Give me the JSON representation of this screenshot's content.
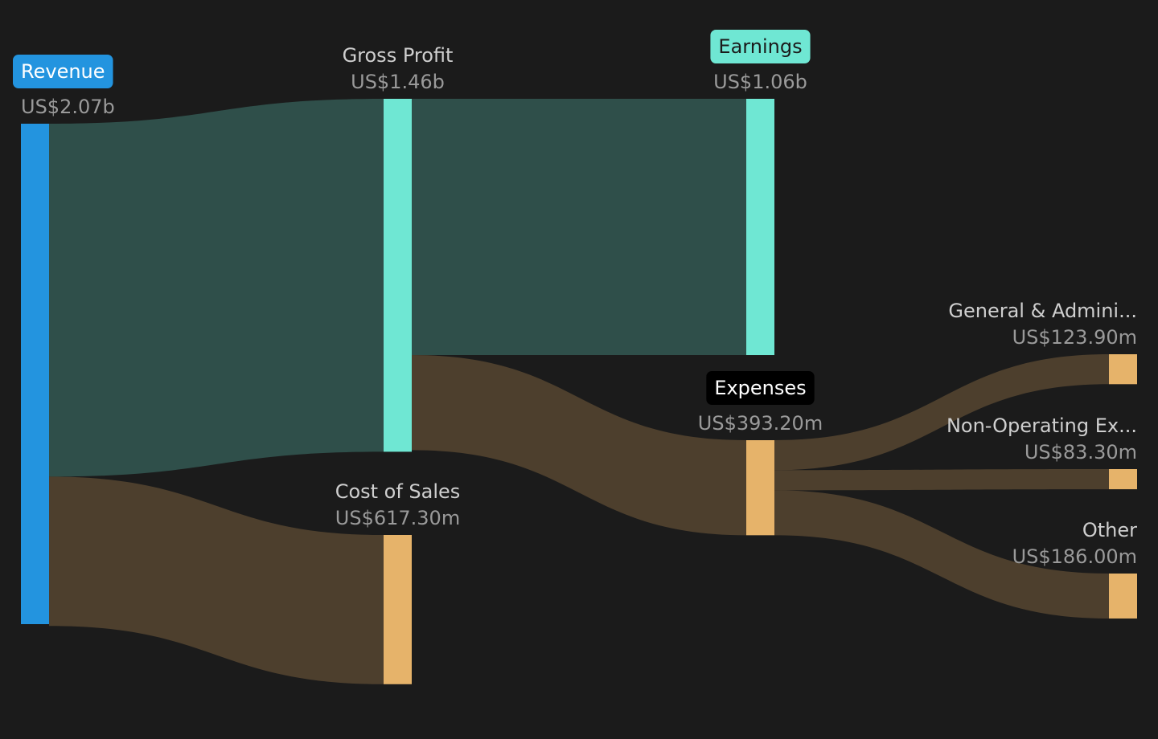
{
  "colors": {
    "background": "#1b1b1b",
    "revenue": "#2394df",
    "profit": "#6fe7d3",
    "expense": "#e6b36a",
    "profit_flow": "#2f4f4a",
    "expense_flow": "#4d3f2d",
    "label_text": "#cfcfcf",
    "value_text": "#9a9a9a",
    "badge_text_light": "#ffffff",
    "badge_text_dark": "#1b1b1b",
    "expenses_badge": "#000000"
  },
  "chart_data": {
    "type": "sankey",
    "nodes": [
      {
        "id": "revenue",
        "label": "Revenue",
        "value_label": "US$2.07b",
        "value": 2070,
        "color": "revenue",
        "badge": true
      },
      {
        "id": "gross_profit",
        "label": "Gross Profit",
        "value_label": "US$1.46b",
        "value": 1460,
        "color": "profit",
        "badge": false
      },
      {
        "id": "cost_of_sales",
        "label": "Cost of Sales",
        "value_label": "US$617.30m",
        "value": 617.3,
        "color": "expense",
        "badge": false
      },
      {
        "id": "earnings",
        "label": "Earnings",
        "value_label": "US$1.06b",
        "value": 1060,
        "color": "profit",
        "badge": true
      },
      {
        "id": "expenses",
        "label": "Expenses",
        "value_label": "US$393.20m",
        "value": 393.2,
        "color": "expense",
        "badge": true
      },
      {
        "id": "general_admin",
        "label": "General & Admini...",
        "value_label": "US$123.90m",
        "value": 123.9,
        "color": "expense",
        "badge": false
      },
      {
        "id": "non_operating",
        "label": "Non-Operating Ex...",
        "value_label": "US$83.30m",
        "value": 83.3,
        "color": "expense",
        "badge": false
      },
      {
        "id": "other",
        "label": "Other",
        "value_label": "US$186.00m",
        "value": 186.0,
        "color": "expense",
        "badge": false
      }
    ],
    "links": [
      {
        "source": "revenue",
        "target": "gross_profit",
        "value": 1460,
        "color": "profit_flow"
      },
      {
        "source": "revenue",
        "target": "cost_of_sales",
        "value": 617.3,
        "color": "expense_flow"
      },
      {
        "source": "gross_profit",
        "target": "earnings",
        "value": 1060,
        "color": "profit_flow"
      },
      {
        "source": "gross_profit",
        "target": "expenses",
        "value": 393.2,
        "color": "expense_flow"
      },
      {
        "source": "expenses",
        "target": "general_admin",
        "value": 123.9,
        "color": "expense_flow"
      },
      {
        "source": "expenses",
        "target": "non_operating",
        "value": 83.3,
        "color": "expense_flow"
      },
      {
        "source": "expenses",
        "target": "other",
        "value": 186.0,
        "color": "expense_flow"
      }
    ]
  }
}
